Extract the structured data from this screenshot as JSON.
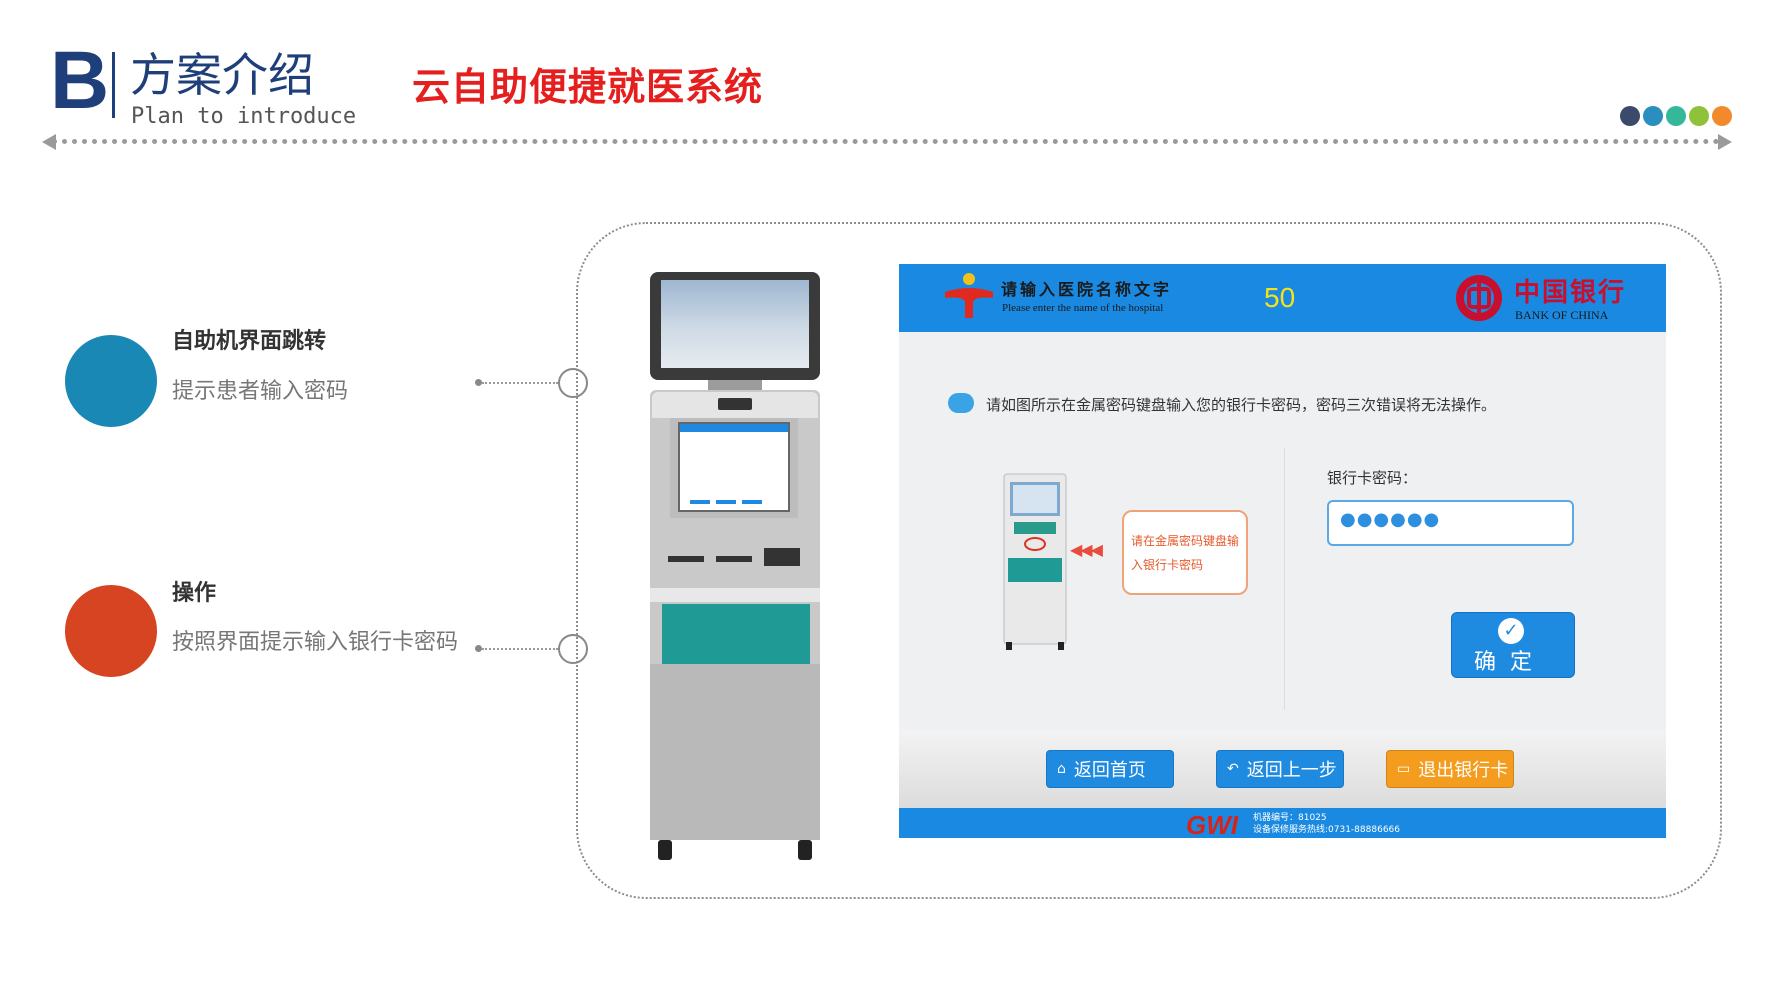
{
  "header": {
    "letter": "B",
    "title": "方案介绍",
    "subtitle": "Plan to introduce",
    "system_name": "云自助便捷就医系统",
    "dot_colors": [
      "#3a4a6b",
      "#2a8ec0",
      "#35b79a",
      "#8fc13a",
      "#f08a2b"
    ]
  },
  "features": [
    {
      "title": "自助机界面跳转",
      "desc": "提示患者输入密码",
      "color": "#1a88b4"
    },
    {
      "title": "操作",
      "desc": "按照界面提示输入银行卡密码",
      "color": "#d64422"
    }
  ],
  "app": {
    "hospital_name": "请输入医院名称文字",
    "hospital_name_en": "Please enter the name of the hospital",
    "countdown": "50",
    "bank_name": "中国银行",
    "bank_name_en": "BANK OF CHINA",
    "instruction": "请如图所示在金属密码键盘输入您的银行卡密码，密码三次错误将无法操作。",
    "hint": "请在金属密码键盘输入银行卡密码",
    "password_label": "银行卡密码：",
    "password_value": "●●●●●●",
    "confirm_label": "确定",
    "nav": [
      {
        "label": "返回首页",
        "icon": "home-icon",
        "color": "#1f8be0"
      },
      {
        "label": "返回上一步",
        "icon": "back-icon",
        "color": "#1f8be0"
      },
      {
        "label": "退出银行卡",
        "icon": "card-eject-icon",
        "color": "#f39c1e"
      }
    ],
    "footer_brand": "GWI",
    "footer_machine": "机器编号：81025",
    "footer_hotline": "设备保修服务热线:0731-88886666"
  }
}
